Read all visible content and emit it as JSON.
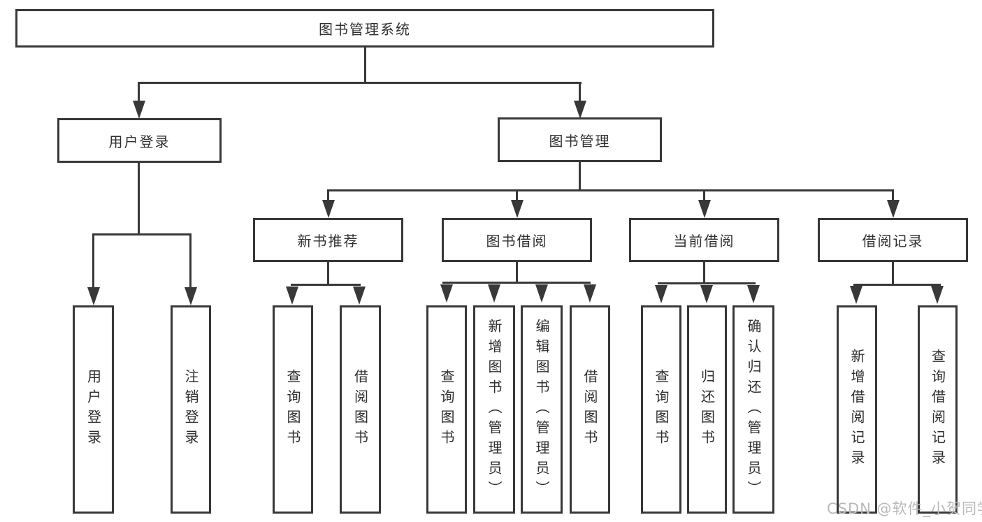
{
  "diagram": {
    "root": "图书管理系统",
    "level2": [
      "用户登录",
      "图书管理"
    ],
    "level3": [
      "新书推荐",
      "图书借阅",
      "当前借阅",
      "借阅记录"
    ],
    "leaves": {
      "user": [
        "用户登录",
        "注销登录"
      ],
      "recommend": [
        "查询图书",
        "借阅图书"
      ],
      "borrow": [
        "查询图书",
        "新增图书（管理员）",
        "编辑图书（管理员）",
        "借阅图书"
      ],
      "current": [
        "查询图书",
        "归还图书",
        "确认归还（管理员）"
      ],
      "records": [
        "新增借阅记录",
        "查询借阅记录"
      ]
    }
  },
  "watermark": {
    "text": "CSDN @软件_小贺同学"
  },
  "colors": {
    "line": "#383838",
    "box_border": "#383838",
    "text": "#2f2f2f",
    "watermark": "#b9b9bd",
    "background": "#ffffff"
  }
}
